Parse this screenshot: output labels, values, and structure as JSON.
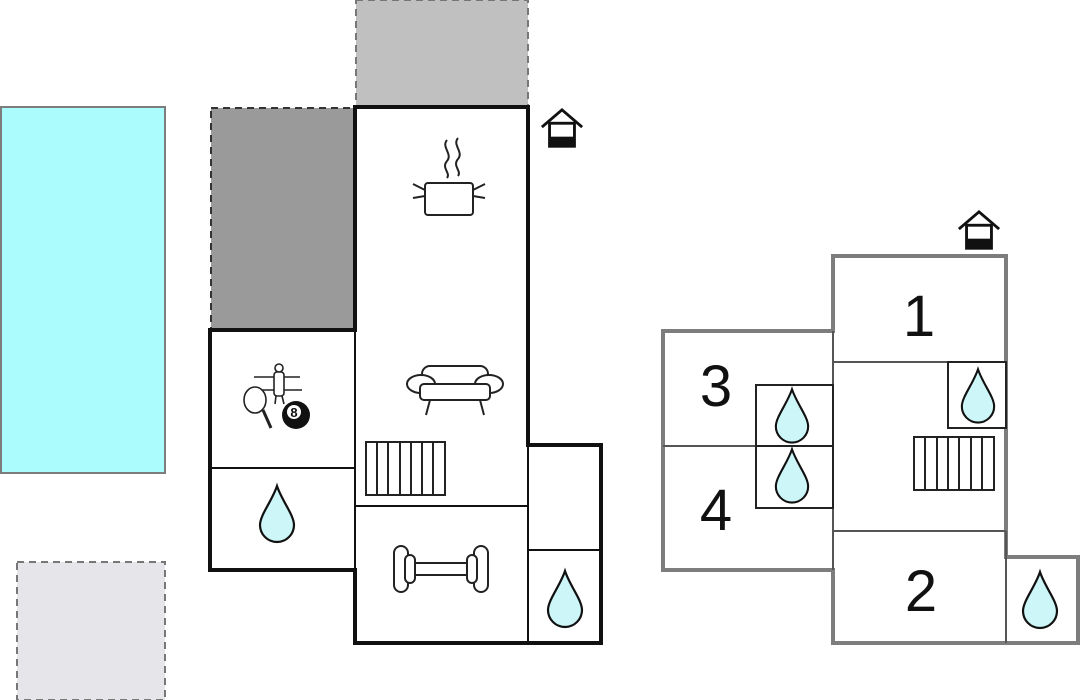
{
  "colors": {
    "pool": "#abfcfd",
    "terrace": "#c0c0c1",
    "parking": "#e6e6ea",
    "water_drop": "#cdf6f8",
    "wall_thick": "#111111",
    "wall_thin": "#7d7d7d",
    "line": "#222222"
  },
  "ground_floor": {
    "icons": [
      "entrance-icon",
      "cooking-pot-icon",
      "sofa-icon",
      "stairs-icon",
      "table-tennis-icon",
      "table-football-icon",
      "billiard-ball-icon",
      "bathroom-drop-icon",
      "dumbbell-icon",
      "bathroom-drop-icon"
    ],
    "billiard_ball_number": "8"
  },
  "upper_floor": {
    "rooms": [
      {
        "number": "1"
      },
      {
        "number": "2"
      },
      {
        "number": "3"
      },
      {
        "number": "4"
      }
    ],
    "icons": [
      "entrance-icon",
      "bathroom-drop-icon",
      "bathroom-drop-icon",
      "bathroom-drop-icon",
      "bathroom-drop-icon",
      "stairs-icon"
    ]
  }
}
